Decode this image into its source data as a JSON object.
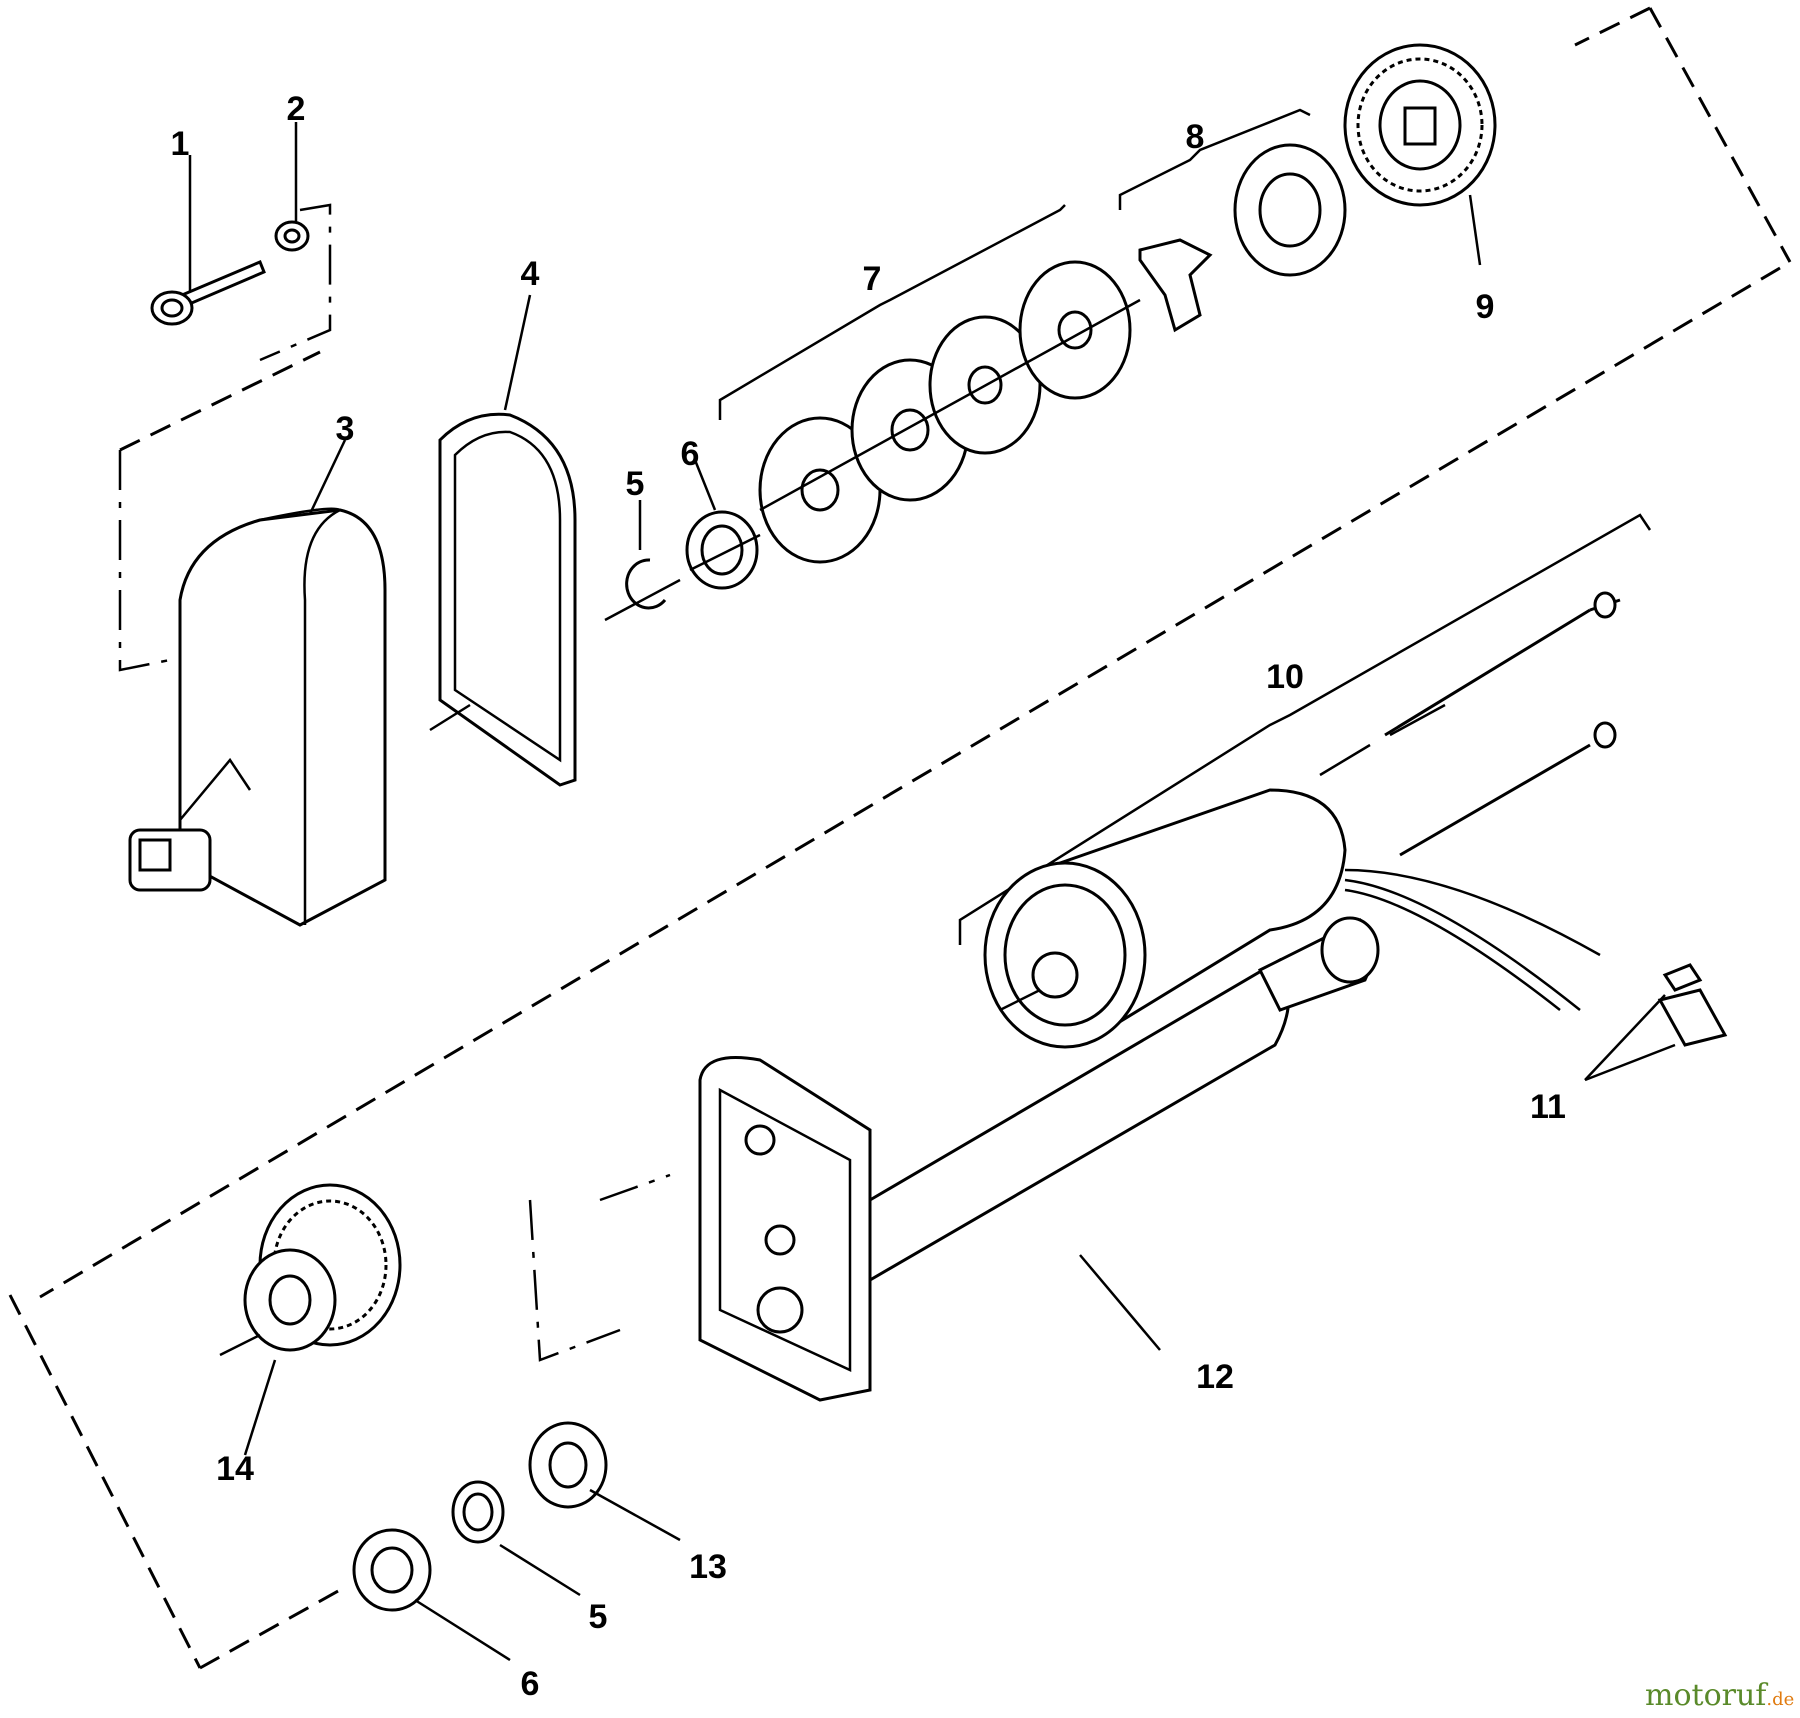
{
  "callouts": {
    "c1": "1",
    "c2": "2",
    "c3": "3",
    "c4": "4",
    "c5a": "5",
    "c6a": "6",
    "c7": "7",
    "c8": "8",
    "c9": "9",
    "c10": "10",
    "c11": "11",
    "c12": "12",
    "c13": "13",
    "c14": "14",
    "c5b": "5",
    "c6b": "6"
  },
  "watermark": {
    "brand": "motoruf",
    "suffix": ".de",
    "brand_color": "#5a8a2a",
    "accent_color": "#e07b10"
  },
  "icons": [
    "bolt-icon",
    "lock-washer-icon",
    "gear-cover-icon",
    "gasket-icon",
    "retaining-ring-icon",
    "bushing-icon",
    "clutch-washer-icon",
    "clutch-drive-icon",
    "gear-icon",
    "motor-icon",
    "connector-icon",
    "actuator-icon",
    "thrust-washer-icon",
    "pinion-gear-icon"
  ]
}
